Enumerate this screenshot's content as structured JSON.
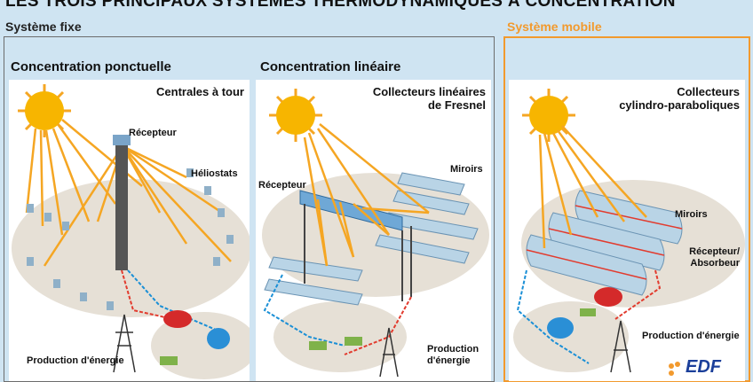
{
  "title": "LES TROIS PRINCIPAUX SYSTÈMES THERMODYNAMIQUES À CONCENTRATION",
  "system_fixed": "Système fixe",
  "system_mobile": "Système mobile",
  "concentration_point": "Concentration ponctuelle",
  "concentration_linear": "Concentration linéaire",
  "panels": {
    "tower": {
      "title": "Centrales à tour",
      "receiver": "Récepteur",
      "heliostats": "Héliostats",
      "production": "Production d'énergie"
    },
    "fresnel": {
      "title_line1": "Collecteurs linéaires",
      "title_line2": "de Fresnel",
      "receiver": "Récepteur",
      "mirrors": "Miroirs",
      "production_line1": "Production",
      "production_line2": "d'énergie"
    },
    "parabolic": {
      "title_line1": "Collecteurs",
      "title_line2": "cylindro-paraboliques",
      "mirrors": "Miroirs",
      "receiver_line1": "Récepteur/",
      "receiver_line2": "Absorbeur",
      "production": "Production d'énergie"
    }
  },
  "logo": "EDF",
  "colors": {
    "accent": "#f29a2e",
    "background": "#cfe4f2",
    "fixed_frame": "#6c6c6c"
  }
}
